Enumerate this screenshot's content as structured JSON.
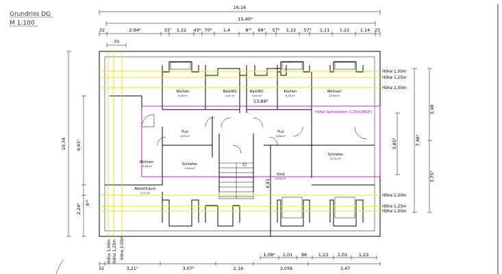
{
  "title": {
    "line1": "Grundriss  DG",
    "line2": "M  1:100"
  },
  "dims_top": {
    "overall": "16,16",
    "inner": "15,40⁹",
    "segments": [
      "32",
      "2,94²",
      "33⁷",
      "1,22",
      "43⁶",
      "70⁸",
      "1,4",
      "8⁴⁷",
      "69⁷",
      "57²",
      "1,22",
      "57²",
      "1,11",
      "1,22",
      "1,14",
      "25"
    ],
    "small": "70"
  },
  "dims_left": {
    "overall": "10,34",
    "upper": "4,93⁷",
    "lower": "2,24⁵",
    "small": "8⁴³"
  },
  "dims_right": {
    "a": "3,98",
    "b": "7,48³",
    "c": "3,85⁸",
    "d": "3,75¹"
  },
  "dims_bottom": {
    "row1": [
      "1,08⁶",
      "1,01",
      "96",
      "1,23",
      "1,01",
      "1,23"
    ],
    "row2": [
      "32",
      "3,21⁵",
      "3,07⁸",
      "2,16",
      "3,056",
      "3,47"
    ]
  },
  "center_dim": "13,69³",
  "stair_dim": "4,81",
  "rooms": [
    {
      "name": "Kochen",
      "area": "5,34 m²"
    },
    {
      "name": "Bad/WC",
      "area": "4,41 m²"
    },
    {
      "name": "Bad/WC",
      "area": "3,40 m²"
    },
    {
      "name": "Kochen",
      "area": "6,78 m²"
    },
    {
      "name": "Wohnen",
      "area": "12,94 m²"
    },
    {
      "name": "Flur",
      "area": "4,25 m²"
    },
    {
      "name": "Flur",
      "area": "5,86 m²"
    },
    {
      "name": "Wohnen",
      "area": "15,08 m²"
    },
    {
      "name": "Schlafen",
      "area": "9,95 m²"
    },
    {
      "name": "Schlafen",
      "area": "12,01 m²"
    },
    {
      "name": "Kind",
      "area": "10,63 m²"
    },
    {
      "name": "Abstellraum",
      "area": "2,71 m²"
    }
  ],
  "height_labels_top": [
    "Höhe 1,00m",
    "Höhe 1,25m",
    "Höhe 2,00m"
  ],
  "height_labels_bottom": [
    "Höhe 2,00m",
    "Höhe 1,25m",
    "Höhe 1,00m"
  ],
  "height_labels_vertical": [
    "Höhe 1,00m",
    "Höhe 1,25m",
    "Höhe 2,00m"
  ],
  "spitzboden_label": "Höhe Spitzboden 1,25m(BGF)",
  "colors": {
    "height_line": "#e8e800",
    "spitzboden": "#d000d0",
    "line": "#000000"
  }
}
